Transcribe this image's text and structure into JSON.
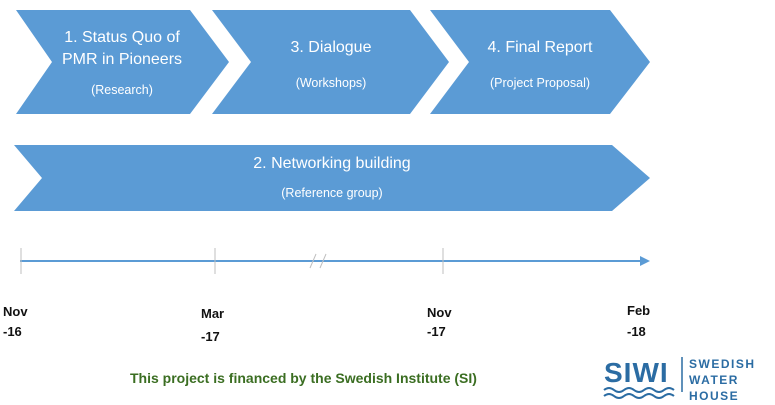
{
  "phases": [
    {
      "title_lines": [
        "1. Status Quo of",
        "PMR in Pioneers"
      ],
      "sub": "(Research)"
    },
    {
      "title_lines": [
        "3. Dialogue"
      ],
      "sub": "(Workshops)"
    },
    {
      "title_lines": [
        "4. Final Report"
      ],
      "sub": "(Project Proposal)"
    }
  ],
  "networking": {
    "title": "2. Networking building",
    "sub": "(Reference group)"
  },
  "timeline": {
    "ticks": [
      {
        "top": "Nov",
        "bottom": "-16"
      },
      {
        "top": "Mar",
        "bottom": "-17"
      },
      {
        "top": "Nov",
        "bottom": "-17"
      },
      {
        "top": "Feb",
        "bottom": "-18"
      }
    ]
  },
  "footer": {
    "financing_note": "This project is financed by the Swedish Institute (SI)"
  },
  "logo": {
    "acronym": "SIWI",
    "line1": "SWEDISH",
    "line2": "WATER",
    "line3": "HOUSE"
  },
  "colors": {
    "arrow_fill": "#5b9bd5",
    "timeline": "#5b9bd5",
    "note": "#3b6e22",
    "logo": "#2b6ca3"
  }
}
